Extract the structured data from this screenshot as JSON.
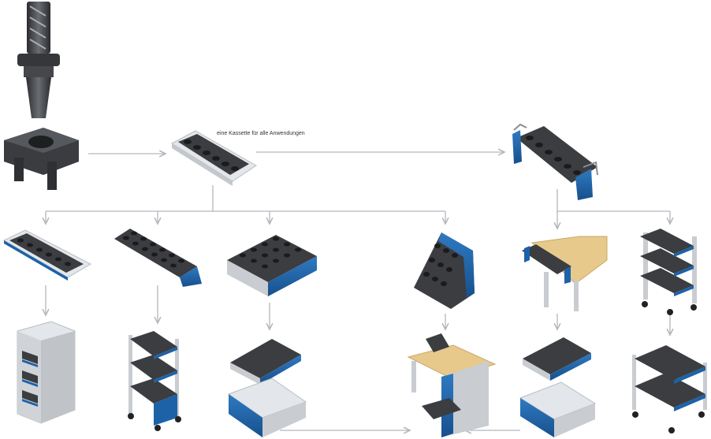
{
  "caption": "eine Kassette für alle Anwendungen",
  "colors": {
    "connector": "#b3b7bc",
    "tool_dark": "#3b3d40",
    "tray_light": "#e3e6ea",
    "accent_blue": "#1d62a8",
    "frame_gray": "#c9ccd0",
    "wood": "#e8c98c"
  },
  "nodes": [
    {
      "id": "tool-holder",
      "kind": "tool"
    },
    {
      "id": "insert",
      "kind": "cassette-insert"
    },
    {
      "id": "cassette-main",
      "kind": "cassette"
    },
    {
      "id": "cassette-handles",
      "kind": "cassette-with-handles"
    },
    {
      "id": "tray-wide",
      "kind": "tray"
    },
    {
      "id": "tray-angled",
      "kind": "tray"
    },
    {
      "id": "tray-drawer",
      "kind": "tray"
    },
    {
      "id": "tiered-rack",
      "kind": "rack"
    },
    {
      "id": "table-mount",
      "kind": "table"
    },
    {
      "id": "trolley-small",
      "kind": "trolley"
    },
    {
      "id": "cabinet",
      "kind": "cabinet"
    },
    {
      "id": "shelf-cart",
      "kind": "cart"
    },
    {
      "id": "drawer-unit",
      "kind": "drawer"
    },
    {
      "id": "workbench",
      "kind": "workbench"
    },
    {
      "id": "drawer-unit-2",
      "kind": "drawer"
    },
    {
      "id": "trolley-large",
      "kind": "trolley"
    }
  ]
}
